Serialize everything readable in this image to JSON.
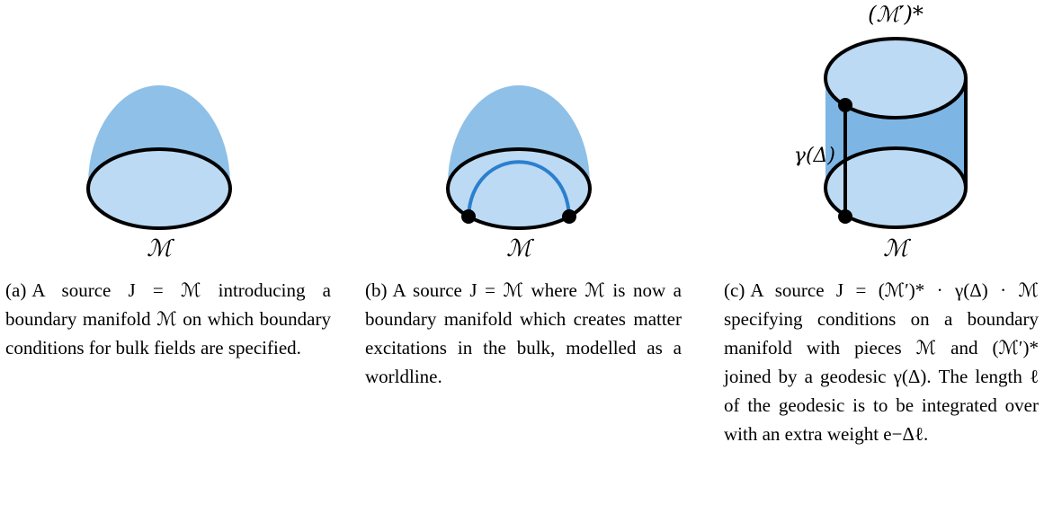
{
  "colors": {
    "dome": "#8fc0e7",
    "disk": "#bcdaf3",
    "cylinder": "#7db6e4",
    "worldline": "#2b7fcf",
    "stroke": "#000000"
  },
  "panels": [
    {
      "id": "a",
      "manifold_label": "ℳ",
      "caption_id": "(a)",
      "caption": "A source J = ℳ introducing a boundary manifold ℳ on which boundary conditions for bulk fields are specified."
    },
    {
      "id": "b",
      "manifold_label": "ℳ",
      "caption_id": "(b)",
      "caption": "A source J = ℳ where ℳ is now a boundary manifold which creates matter excitations in the bulk, modelled as a worldline."
    },
    {
      "id": "c",
      "manifold_label": "ℳ",
      "top_label": "(ℳ′)*",
      "geodesic_label": "γ(Δ)",
      "caption_id": "(c)",
      "caption": "A source J = (ℳ′)* · γ(Δ) · ℳ specifying conditions on a boundary manifold with pieces ℳ and (ℳ′)* joined by a geodesic γ(Δ). The length ℓ of the geodesic is to be integrated over with an extra weight e−Δℓ."
    }
  ]
}
